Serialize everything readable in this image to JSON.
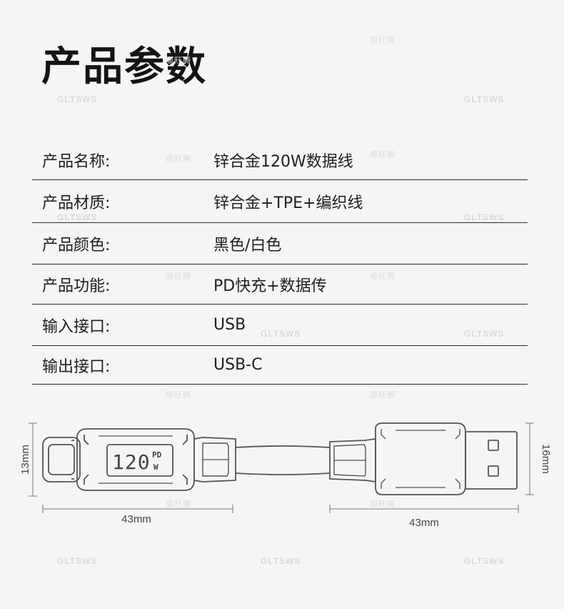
{
  "title": "产品参数",
  "specs": [
    {
      "label": "产品名称:",
      "value": "锌合金120W数据线"
    },
    {
      "label": "产品材质:",
      "value": "锌合金+TPE+编织线"
    },
    {
      "label": "产品颜色:",
      "value": "黑色/白色"
    },
    {
      "label": "产品功能:",
      "value": "PD快充+数据传"
    },
    {
      "label": "输入接口:",
      "value": "USB"
    },
    {
      "label": "输出接口:",
      "value": "USB-C"
    }
  ],
  "display": {
    "number": "120",
    "top": "PD",
    "bottom": "W"
  },
  "dimensions": {
    "left_height": "13mm",
    "left_width": "43mm",
    "right_width": "43mm",
    "right_height": "16mm"
  },
  "watermarks": {
    "latin": "GLTSWS",
    "cn": "顺旺腾"
  },
  "colors": {
    "background": "#f5f5f5",
    "text": "#1c1c1c",
    "line": "#2a2a2a",
    "outline": "#555555"
  }
}
